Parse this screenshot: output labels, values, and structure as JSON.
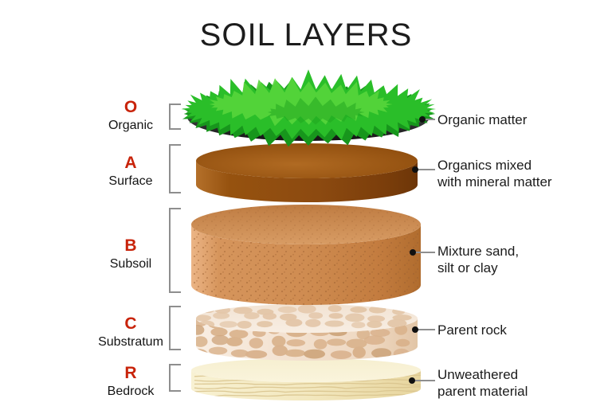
{
  "title": "SOIL LAYERS",
  "palette": {
    "accent_red": "#c8230a",
    "text_black": "#1b1b1b",
    "bracket_gray": "#8e8e8e",
    "grass_green": "#2abe29",
    "organic_dark": "#2a2a2e",
    "surface_brown": "#8c4a10",
    "subsoil_orange": "#cf8c51",
    "substratum_tan": "#eed7c0",
    "bedrock_cream": "#f3e8bf"
  },
  "layers": [
    {
      "letter": "O",
      "name": "Organic",
      "description": "Organic matter"
    },
    {
      "letter": "A",
      "name": "Surface",
      "description": "Organics mixed\nwith mineral matter"
    },
    {
      "letter": "B",
      "name": "Subsoil",
      "description": "Mixture sand,\nsilt or clay"
    },
    {
      "letter": "C",
      "name": "Substratum",
      "description": "Parent rock"
    },
    {
      "letter": "R",
      "name": "Bedrock",
      "description": "Unweathered\nparent material"
    }
  ]
}
